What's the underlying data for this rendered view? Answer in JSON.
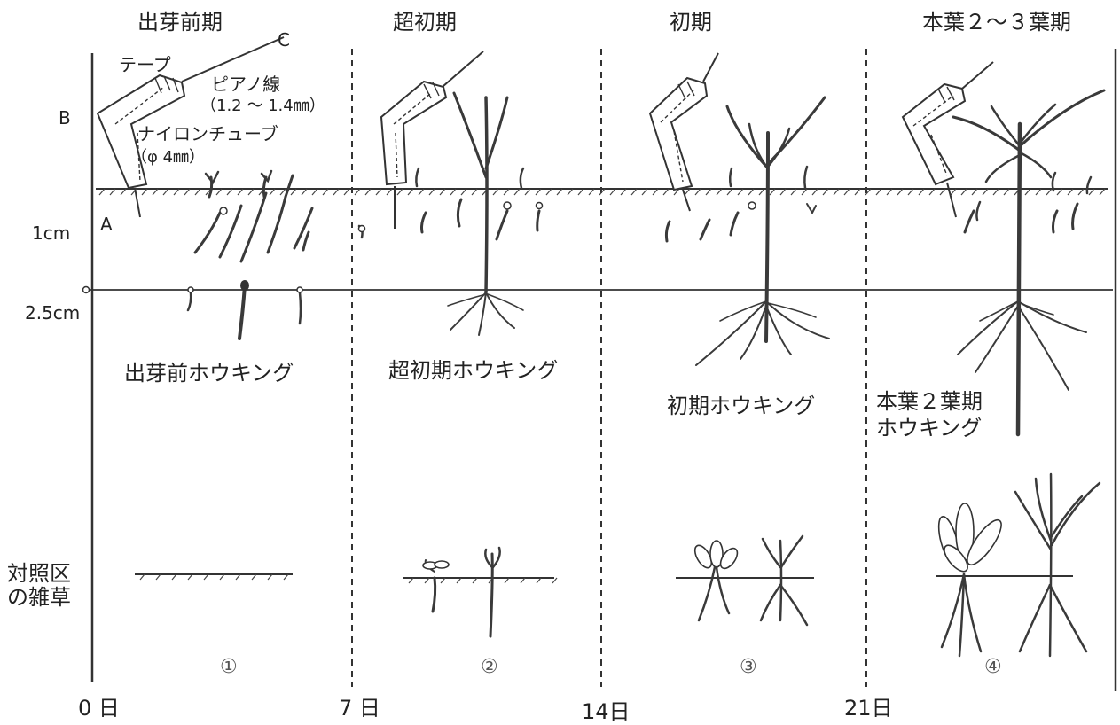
{
  "stages": [
    {
      "title": "出芽前期",
      "hoeing": "出芽前ホウキング",
      "marker": "①"
    },
    {
      "title": "超初期",
      "hoeing": "超初期ホウキング",
      "marker": "②"
    },
    {
      "title": "初期",
      "hoeing": "初期ホウキング",
      "marker": "③"
    },
    {
      "title": "本葉２～３葉期",
      "hoeing_line1": "本葉２葉期",
      "hoeing_line2": "ホウキング",
      "marker": "④"
    }
  ],
  "tool": {
    "tape": "テープ",
    "wire": "ピアノ線",
    "wire_size": "（1.2 ～ 1.4㎜）",
    "tube": "ナイロンチューブ",
    "tube_size": "（φ 4㎜）",
    "point_a": "A",
    "point_b": "B",
    "point_c": "C"
  },
  "depths": {
    "shallow": "1cm",
    "deep": "2.5cm"
  },
  "control": {
    "line1": "対照区",
    "line2": "の雑草"
  },
  "days": [
    "0 日",
    "7 日",
    "14日",
    "21日"
  ]
}
